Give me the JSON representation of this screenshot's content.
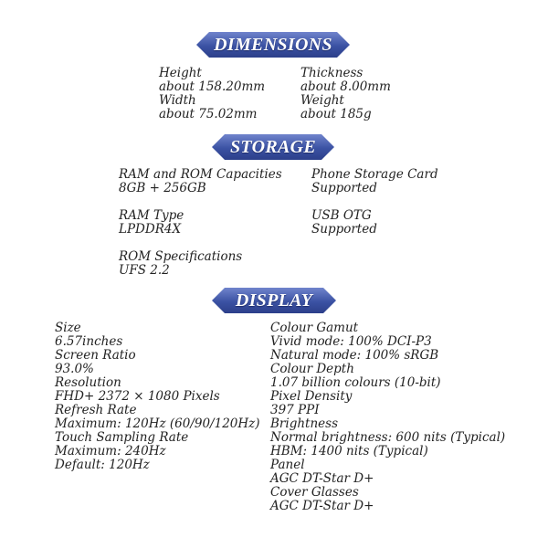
{
  "dimensions": {
    "title": "DIMENSIONS",
    "left": [
      "Height",
      "about 158.20mm",
      "Width",
      "about 75.02mm"
    ],
    "right": [
      "Thickness",
      "about 8.00mm",
      "Weight",
      "about 185g"
    ]
  },
  "storage": {
    "title": "STORAGE",
    "left": [
      "RAM and ROM Capacities",
      "8GB + 256GB",
      "RAM Type",
      "LPDDR4X",
      "ROM Specifications",
      "UFS 2.2"
    ],
    "right": [
      "Phone Storage Card",
      "Supported",
      "USB OTG",
      "Supported"
    ]
  },
  "display": {
    "title": "DISPLAY",
    "left": [
      "Size",
      "6.57inches",
      "Screen Ratio",
      "93.0%",
      "Resolution",
      "FHD+ 2372 × 1080 Pixels",
      "Refresh Rate",
      "Maximum: 120Hz (60/90/120Hz)",
      "Touch Sampling Rate",
      "Maximum: 240Hz",
      "Default: 120Hz"
    ],
    "right": [
      "Colour Gamut",
      "Vivid mode: 100% DCI-P3",
      "Natural mode: 100% sRGB",
      "Colour Depth",
      "1.07 billion colours (10-bit)",
      "Pixel Density",
      "397 PPI",
      "Brightness",
      "Normal brightness: 600 nits (Typical)",
      "HBM: 1400 nits (Typical)",
      "Panel",
      "AGC DT-Star D+",
      "Cover Glasses",
      "AGC DT-Star D+"
    ]
  },
  "colors": {
    "banner": "#3b52a3",
    "text": "#222222"
  }
}
